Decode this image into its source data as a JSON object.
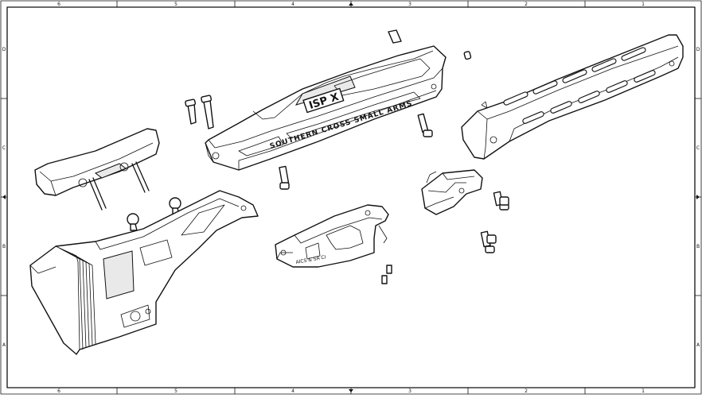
{
  "drawing": {
    "top_zone_labels": [
      "6",
      "5",
      "4",
      "3",
      "2",
      "1"
    ],
    "bottom_zone_labels": [
      "6",
      "5",
      "4",
      "3",
      "2",
      "1"
    ],
    "left_zone_labels": [
      "D",
      "C",
      "B",
      "A"
    ],
    "right_zone_labels": [
      "D",
      "C",
      "B",
      "A"
    ],
    "chassis_text": "SOUTHERN CROSS SMALL ARMS",
    "chassis_logo": "ISP X",
    "trigger_guard_text": "AICS & SA CI",
    "line_color": "#111111",
    "background_color": "#ffffff"
  }
}
